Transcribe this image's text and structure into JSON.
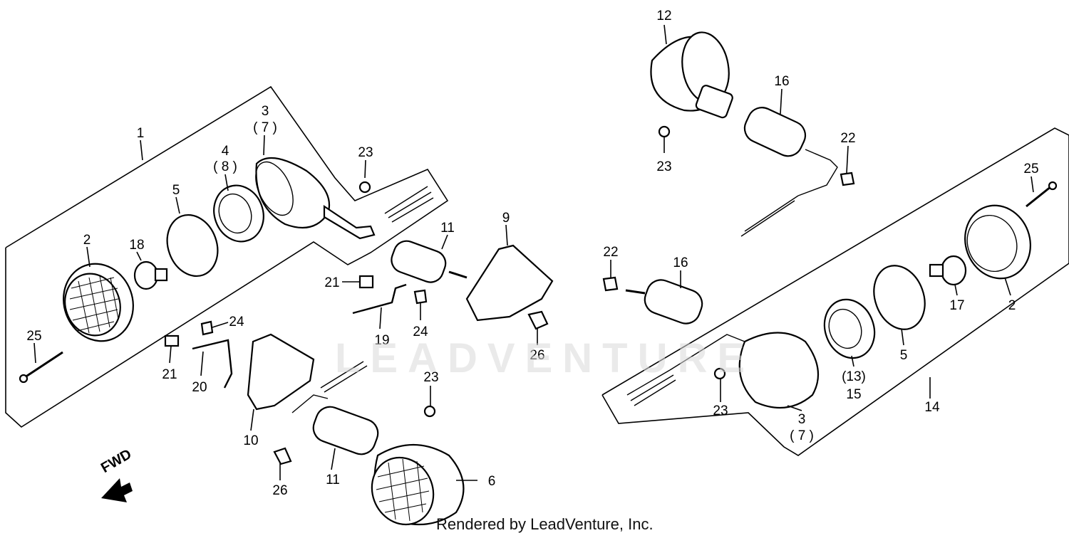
{
  "diagram": {
    "watermark": "LEADVENTURE",
    "credit": "Rendered by LeadVenture, Inc.",
    "fwd_label": "FWD",
    "part_labels": {
      "p1": "1",
      "p3a": "3",
      "p3a_sub": "( 7 )",
      "p4": "4",
      "p4_sub": "( 8 )",
      "p5a": "5",
      "p2a": "2",
      "p18": "18",
      "p25a": "25",
      "p23a": "23",
      "p11a": "11",
      "p9": "9",
      "p21a": "21",
      "p24a": "24",
      "p19": "19",
      "p26a": "26",
      "p24b": "24",
      "p21b": "21",
      "p20": "20",
      "p10": "10",
      "p23b": "23",
      "p11b": "11",
      "p26b": "26",
      "p6": "6",
      "p12": "12",
      "p16a": "16",
      "p23c": "23",
      "p22a": "22",
      "p25b": "25",
      "p22b": "22",
      "p16b": "16",
      "p17": "17",
      "p2b": "2",
      "p5b": "5",
      "p13": "(13)",
      "p15": "15",
      "p14": "14",
      "p23d": "23",
      "p3b": "3",
      "p3b_sub": "( 7 )"
    }
  }
}
